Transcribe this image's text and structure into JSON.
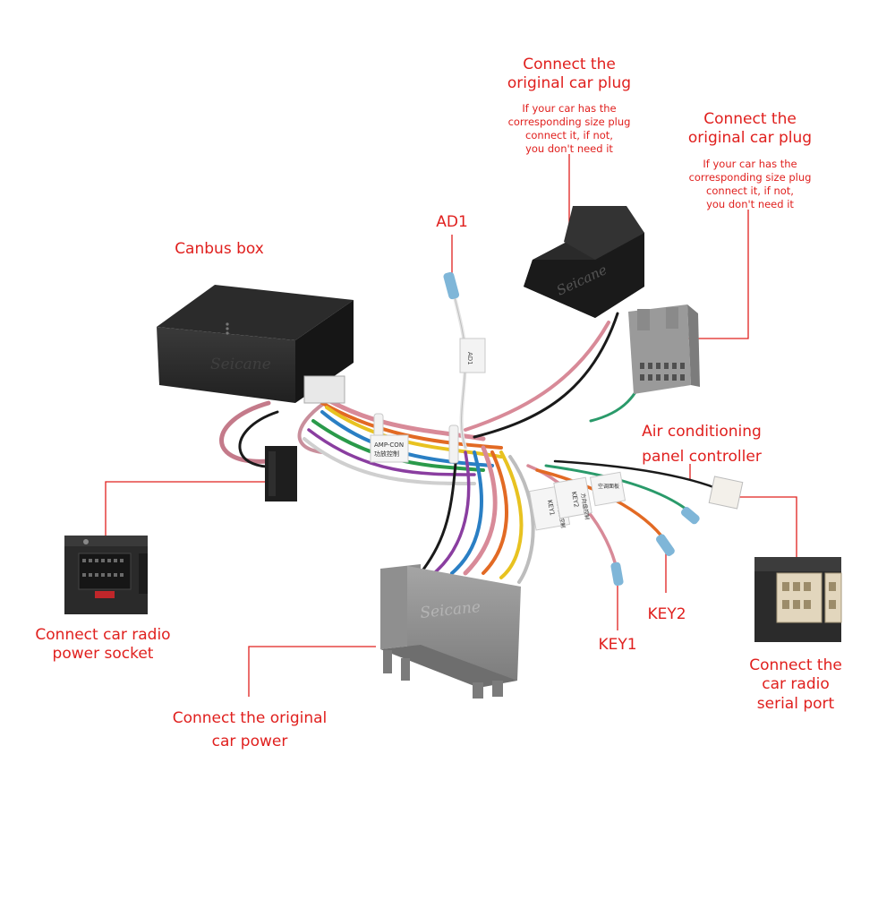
{
  "labels": {
    "plug1_title_line1": "Connect the",
    "plug1_title_line2": "original car plug",
    "plug1_note_line1": "If your car has the",
    "plug1_note_line2": "corresponding size plug",
    "plug1_note_line3": "connect it, if not,",
    "plug1_note_line4": "you don't need it",
    "plug2_title_line1": "Connect the",
    "plug2_title_line2": "original car plug",
    "plug2_note_line1": "If your car has the",
    "plug2_note_line2": "corresponding size plug",
    "plug2_note_line3": "connect it, if not,",
    "plug2_note_line4": "you don't need it",
    "ad1": "AD1",
    "canbus_box": "Canbus box",
    "ac_line1": "Air conditioning",
    "ac_line2": "panel controller",
    "radio_power_line1": "Connect car radio",
    "radio_power_line2": "power socket",
    "key2": "KEY2",
    "key1": "KEY1",
    "serial_line1": "Connect the",
    "serial_line2": "car radio",
    "serial_line3": "serial port",
    "car_power_line1": "Connect the original",
    "car_power_line2": "car power"
  },
  "device_text": {
    "watermark": "Seicane",
    "amp_tag_line1": "AMP-CON",
    "amp_tag_line2": "功放控制",
    "ad1_tag": "AD1",
    "key2_tag_line1": "KEY2",
    "key2_tag_line2": "方向盘控制",
    "key1_tag_line1": "KEY1",
    "key1_tag_line2": "方向盘控制",
    "ac_tag": "空调面板"
  },
  "colors": {
    "label_red": "#e0201e",
    "box_black": "#1f1f1f",
    "plug_gray": "#8e8e8e",
    "pink_wire": "#d88a98",
    "teal_tip": "#7fb6d8"
  }
}
